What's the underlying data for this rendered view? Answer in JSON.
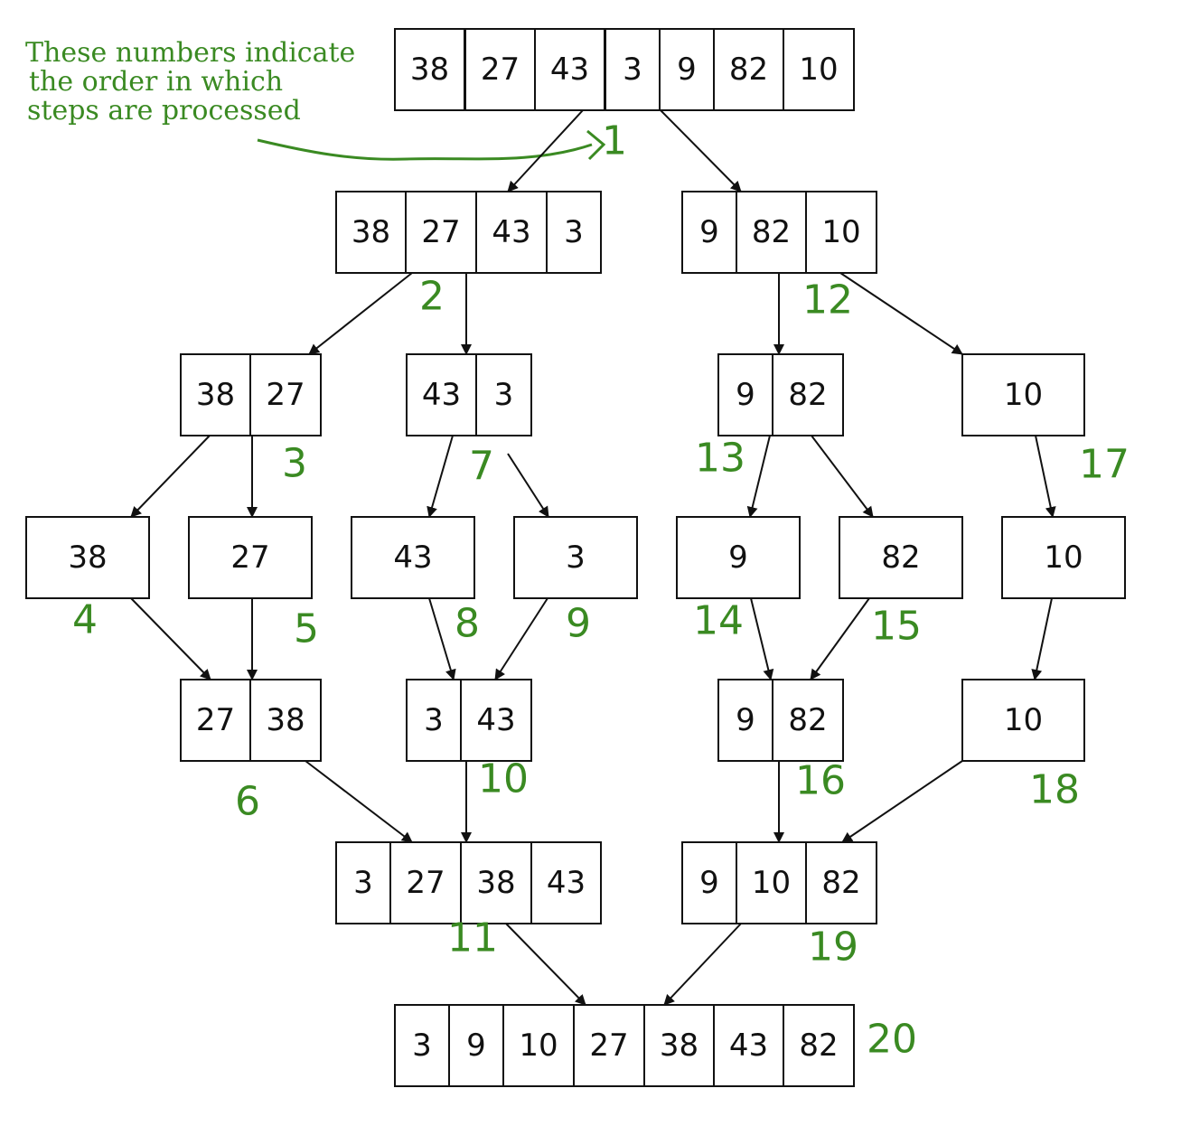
{
  "note": {
    "lines": [
      "These numbers indicate",
      "the order in which",
      "steps are processed"
    ]
  },
  "colors": {
    "step_color": "#3a8a22",
    "box_stroke": "#111111",
    "background": "#ffffff"
  },
  "nodes": [
    {
      "id": "n1",
      "values": [
        "38",
        "27",
        "43",
        "3",
        "9",
        "82",
        "10"
      ]
    },
    {
      "id": "n2",
      "values": [
        "38",
        "27",
        "43",
        "3"
      ]
    },
    {
      "id": "n3",
      "values": [
        "9",
        "82",
        "10"
      ]
    },
    {
      "id": "n4",
      "values": [
        "38",
        "27"
      ]
    },
    {
      "id": "n5",
      "values": [
        "43",
        "3"
      ]
    },
    {
      "id": "n6",
      "values": [
        "9",
        "82"
      ]
    },
    {
      "id": "n7",
      "values": [
        "10"
      ]
    },
    {
      "id": "n8",
      "values": [
        "38"
      ]
    },
    {
      "id": "n9",
      "values": [
        "27"
      ]
    },
    {
      "id": "n10",
      "values": [
        "43"
      ]
    },
    {
      "id": "n11",
      "values": [
        "3"
      ]
    },
    {
      "id": "n12",
      "values": [
        "9"
      ]
    },
    {
      "id": "n13",
      "values": [
        "82"
      ]
    },
    {
      "id": "n14",
      "values": [
        "10"
      ]
    },
    {
      "id": "n15",
      "values": [
        "27",
        "38"
      ]
    },
    {
      "id": "n16",
      "values": [
        "3",
        "43"
      ]
    },
    {
      "id": "n17",
      "values": [
        "9",
        "82"
      ]
    },
    {
      "id": "n18",
      "values": [
        "10"
      ]
    },
    {
      "id": "n19",
      "values": [
        "3",
        "27",
        "38",
        "43"
      ]
    },
    {
      "id": "n20",
      "values": [
        "9",
        "10",
        "82"
      ]
    },
    {
      "id": "n21",
      "values": [
        "3",
        "9",
        "10",
        "27",
        "38",
        "43",
        "82"
      ]
    }
  ],
  "edges": [
    {
      "from": "n1",
      "to": "n2"
    },
    {
      "from": "n1",
      "to": "n3"
    },
    {
      "from": "n2",
      "to": "n4"
    },
    {
      "from": "n2",
      "to": "n5"
    },
    {
      "from": "n3",
      "to": "n6"
    },
    {
      "from": "n3",
      "to": "n7"
    },
    {
      "from": "n4",
      "to": "n8"
    },
    {
      "from": "n4",
      "to": "n9"
    },
    {
      "from": "n5",
      "to": "n10"
    },
    {
      "from": "n5",
      "to": "n11"
    },
    {
      "from": "n6",
      "to": "n12"
    },
    {
      "from": "n6",
      "to": "n13"
    },
    {
      "from": "n7",
      "to": "n14"
    },
    {
      "from": "n8",
      "to": "n15"
    },
    {
      "from": "n9",
      "to": "n15"
    },
    {
      "from": "n10",
      "to": "n16"
    },
    {
      "from": "n11",
      "to": "n16"
    },
    {
      "from": "n12",
      "to": "n17"
    },
    {
      "from": "n13",
      "to": "n17"
    },
    {
      "from": "n14",
      "to": "n18"
    },
    {
      "from": "n15",
      "to": "n19"
    },
    {
      "from": "n16",
      "to": "n19"
    },
    {
      "from": "n17",
      "to": "n20"
    },
    {
      "from": "n18",
      "to": "n20"
    },
    {
      "from": "n19",
      "to": "n21"
    },
    {
      "from": "n20",
      "to": "n21"
    }
  ],
  "steps": [
    "1",
    "2",
    "3",
    "4",
    "5",
    "6",
    "7",
    "8",
    "9",
    "10",
    "11",
    "12",
    "13",
    "14",
    "15",
    "16",
    "17",
    "18",
    "19",
    "20"
  ]
}
